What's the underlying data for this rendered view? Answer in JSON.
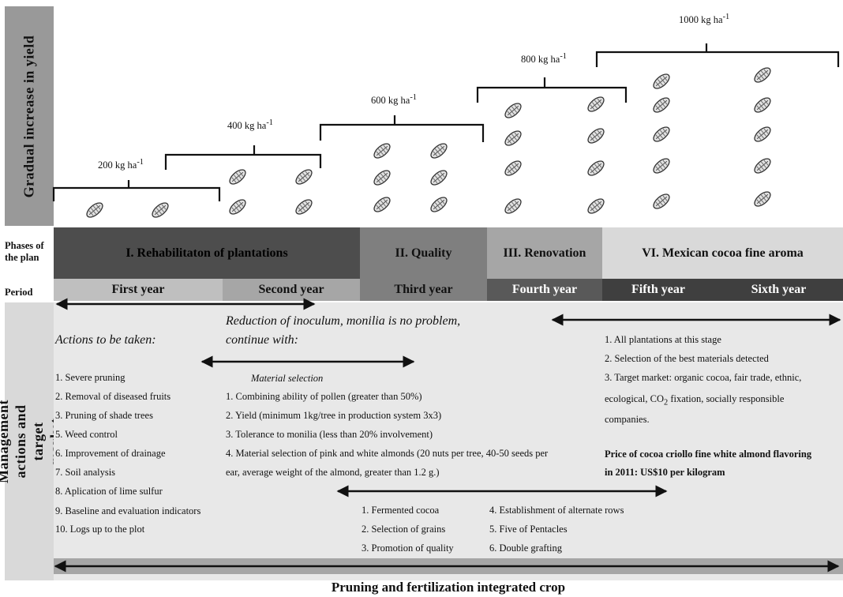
{
  "left_labels": {
    "yield_axis": "Gradual increase in yield",
    "management_axis": "Management actions and target market"
  },
  "yield_levels": [
    {
      "value": "200 kg ha",
      "unit_sup": "-1"
    },
    {
      "value": "400 kg ha",
      "unit_sup": "-1"
    },
    {
      "value": "600 kg ha",
      "unit_sup": "-1"
    },
    {
      "value": "800 kg ha",
      "unit_sup": "-1"
    },
    {
      "value": "1000 kg ha",
      "unit_sup": "-1"
    }
  ],
  "row_labels": {
    "phases": "Phases of the plan",
    "period": "Period"
  },
  "phases": [
    "I. Rehabilitaton of plantations",
    "II. Quality",
    "III. Renovation",
    "VI. Mexican cocoa fine aroma"
  ],
  "periods": [
    "First year",
    "Second year",
    "Third year",
    "Fourth year",
    "Fifth year",
    "Sixth year"
  ],
  "actions": {
    "heading": "Actions to be taken:",
    "items": [
      "1. Severe pruning",
      "2. Removal of diseased fruits",
      "3. Pruning of shade trees",
      "5. Weed control",
      "6. Improvement of drainage",
      "7. Soil analysis",
      "8. Aplication of lime sulfur",
      "9. Baseline and evaluation indicators",
      "10. Logs up to the plot"
    ]
  },
  "inoculum": {
    "line1": "Reduction of inoculum, monilia is no problem,",
    "line2": "continue with:"
  },
  "material_selection": {
    "heading": "Material selection",
    "items": [
      "1. Combining ability of pollen (greater than 50%)",
      "2. Yield (minimum 1kg/tree in production system 3x3)",
      "3. Tolerance to monilia (less than 20% involvement)",
      "4. Material selection of pink and white almonds (20 nuts per tree, 40-50 seeds per",
      "ear, average weight of the almond, greater than 1.2 g.)"
    ]
  },
  "quality_items": {
    "left": [
      "1. Fermented cocoa",
      "2. Selection of grains",
      "3. Promotion of quality"
    ],
    "right": [
      "4. Establishment of alternate rows",
      "5. Five of Pentacles",
      "6. Double grafting"
    ]
  },
  "target_market": {
    "items": [
      "1. All plantations at this stage",
      "2. Selection of the best materials detected",
      "3. Target market: organic cocoa, fair trade, ethnic,",
      "ecological, CO",
      "2",
      " fixation, socially responsible",
      "companies."
    ],
    "price_line1": "Price of cocoa criollo fine white almond flavoring",
    "price_line2": "in 2011: US$10 per kilogram"
  },
  "footer": "Pruning and fertilization integrated crop",
  "colors": {
    "label_bg": "#999999",
    "phase1": "#4d4d4d",
    "phase2": "#7f7f7f",
    "phase3": "#a6a6a6",
    "phase4": "#d9d9d9",
    "period_light": "#bfbfbf",
    "period_mid": "#7f7f7f",
    "period_dark": "#3f3f3f",
    "panel_bg": "#e8e8e8",
    "bottom_bar": "#a6a6a6"
  }
}
